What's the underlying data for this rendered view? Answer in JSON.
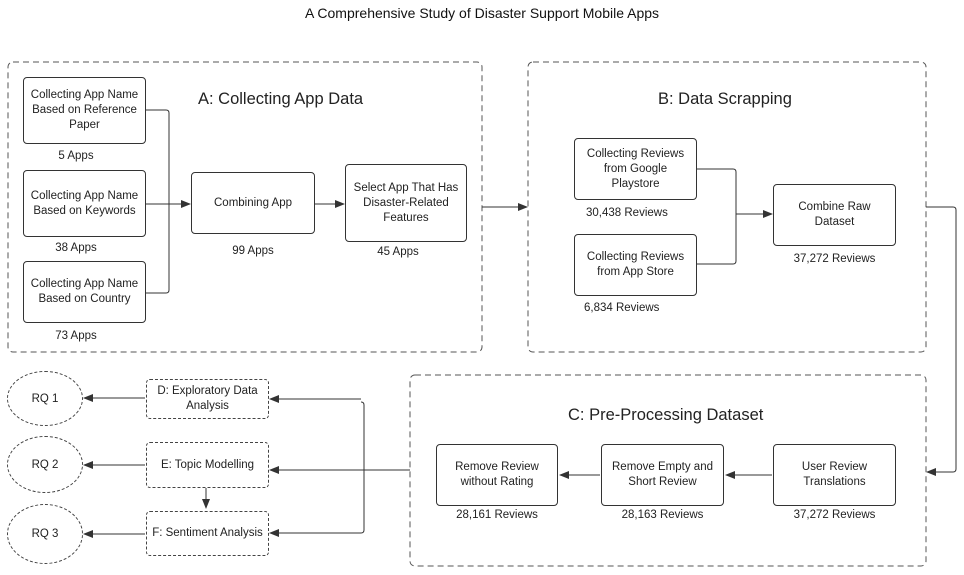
{
  "title": "A Comprehensive Study of Disaster Support Mobile Apps",
  "sections": {
    "a": "A: Collecting App Data",
    "b": "B: Data Scrapping",
    "c": "C: Pre-Processing Dataset"
  },
  "nodes": {
    "ref_paper": {
      "label": "Collecting App Name Based on Reference Paper",
      "count": "5 Apps"
    },
    "keywords": {
      "label": "Collecting App Name Based on Keywords",
      "count": "38 Apps"
    },
    "country": {
      "label": "Collecting App Name Based on Country",
      "count": "73 Apps"
    },
    "combining": {
      "label": "Combining App",
      "count": "99 Apps"
    },
    "select": {
      "label": "Select App That Has Disaster-Related Features",
      "count": "45 Apps"
    },
    "google": {
      "label": "Collecting Reviews from Google Playstore",
      "count": "30,438 Reviews"
    },
    "appstore": {
      "label": "Collecting Reviews from App Store",
      "count": "6,834 Reviews"
    },
    "combine_raw": {
      "label": "Combine Raw Dataset",
      "count": "37,272 Reviews"
    },
    "translate": {
      "label": "User Review Translations",
      "count": "37,272 Reviews"
    },
    "remove_empty": {
      "label": "Remove Empty and Short Review",
      "count": "28,163 Reviews"
    },
    "remove_rating": {
      "label": "Remove Review without Rating",
      "count": "28,161 Reviews"
    },
    "eda": {
      "label": "D: Exploratory Data Analysis"
    },
    "topic": {
      "label": "E: Topic Modelling"
    },
    "sentiment": {
      "label": "F: Sentiment Analysis"
    },
    "rq1": {
      "label": "RQ 1"
    },
    "rq2": {
      "label": "RQ 2"
    },
    "rq3": {
      "label": "RQ 3"
    }
  }
}
